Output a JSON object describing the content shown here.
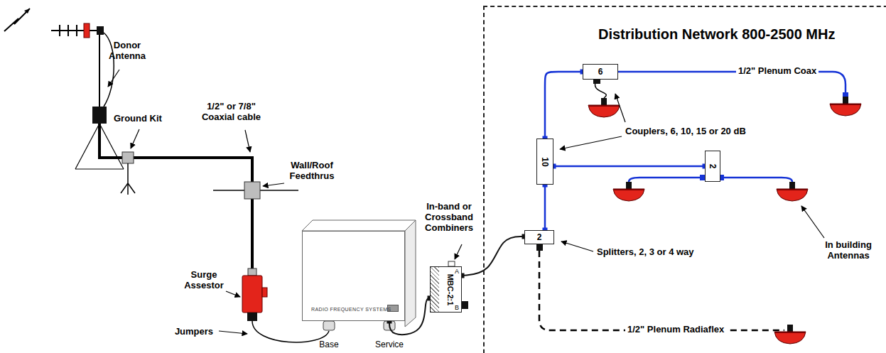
{
  "diagram": {
    "nodes": [
      {
        "text": [
          "Distribution Network 800-2500 MHz"
        ]
      },
      {
        "text": [
          "RADIO FREQUENCY SYSTEMS"
        ]
      },
      {
        "text": [
          "MBC-2:1",
          "A",
          "B"
        ]
      },
      {
        "text": [
          "2"
        ],
        "in": 0
      },
      {
        "text": [
          "10"
        ],
        "in": 0
      },
      {
        "text": [
          "6"
        ],
        "in": 0
      },
      {
        "text": [
          "2"
        ],
        "in": 0
      }
    ],
    "edges": [
      {
        "from": 1,
        "to": 2,
        "arrow": "none"
      },
      {
        "from": 2,
        "to": 3,
        "arrow": "none"
      },
      {
        "from": 3,
        "to": 4,
        "arrow": "none"
      },
      {
        "from": 4,
        "to": 5,
        "arrow": "none"
      },
      {
        "from": 4,
        "to": 6,
        "arrow": "none"
      }
    ],
    "labels": [
      "Donor Antenna",
      "Ground Kit",
      "1/2\" or 7/8\" Coaxial cable",
      "Wall/Roof Feedthrus",
      "Surge Assestor",
      "Jumpers",
      "Base",
      "Service",
      "In-band or Crossband Combiners",
      "1/2\" Plenum Coax",
      "Couplers, 6, 10, 15 or 20 dB",
      "Splitters, 2, 3 or 4 way",
      "In building Antennas",
      "1/2\" Plenum Radiaflex"
    ]
  }
}
